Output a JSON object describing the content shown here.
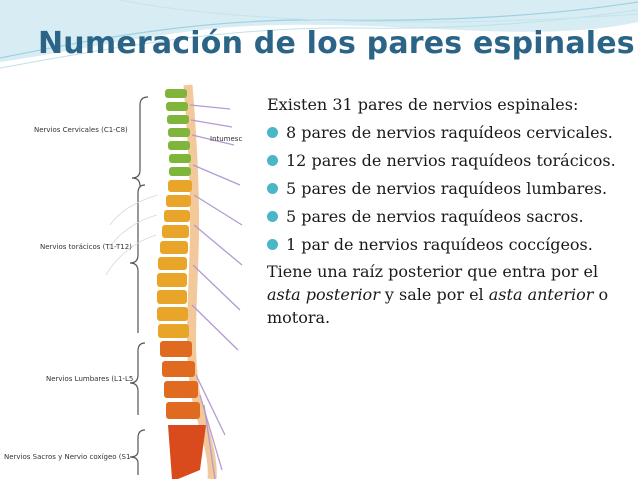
{
  "slide": {
    "title": "Numeración de los pares espinales",
    "intro": "Existen 31 pares de nervios espinales:",
    "bullets": [
      {
        "text": "8 pares de nervios raquídeos cervicales."
      },
      {
        "text": "12 pares de nervios raquídeos torácicos."
      },
      {
        "text": "5 pares de nervios raquídeos lumbares."
      },
      {
        "text": "5 pares de nervios raquídeos sacros."
      },
      {
        "text": "1 par de nervios raquídeos coccígeos."
      }
    ],
    "closing": {
      "t1": "Tiene una raíz posterior que entra por el ",
      "em1": "asta posterior",
      "t2": " y sale por el ",
      "em2": "asta anterior",
      "t3": " o motora."
    },
    "bullet_icon": "circle-bullet-icon",
    "title_color": "#2b6486",
    "bullet_color": "#4bb6c7"
  },
  "figure": {
    "labels": {
      "cervical": "Nervios Cervicales (C1-C8)",
      "thoracic": "Nervios torácicos (T1-T12)",
      "lumbar": "Nervios Lumbares (L1-L5",
      "sacral": "Nervios Sacros y Nervio coxígeo (S1-",
      "intumescence": "Intumesc"
    },
    "colors": {
      "cervical": "#7fb53a",
      "thoracic": "#e8a52a",
      "lumbar": "#e06a20",
      "sacral": "#d94a1c",
      "cord": "#f3c89a",
      "nerve": "#b39bd2"
    }
  }
}
